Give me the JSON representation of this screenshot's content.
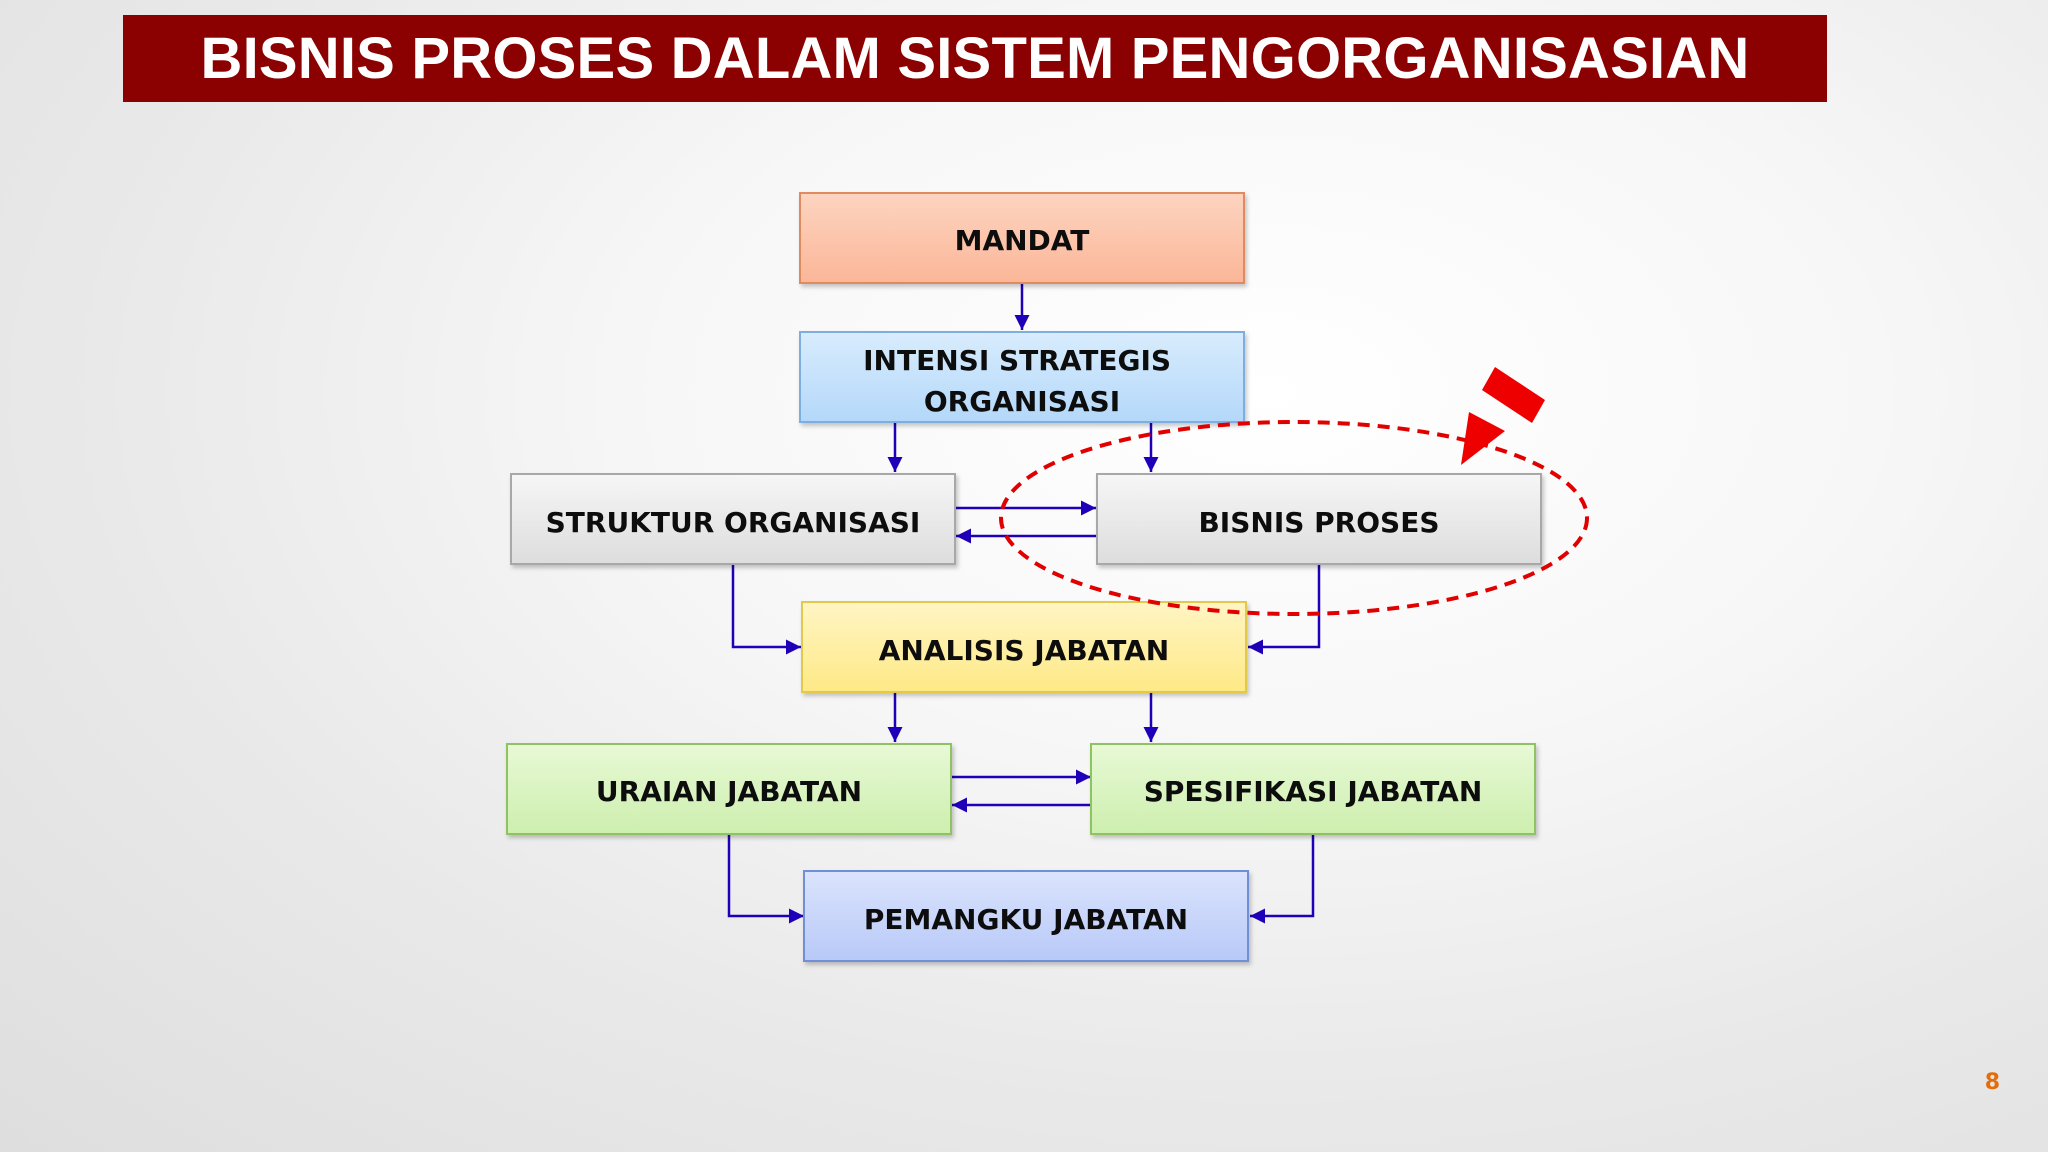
{
  "slide": {
    "title": "BISNIS PROSES DALAM SISTEM PENGORGANISASIAN",
    "page_number": "8"
  },
  "diagram": {
    "nodes": {
      "mandat": {
        "label_lines": [
          "MANDAT"
        ],
        "fill_top": "#fdd4c0",
        "fill_bottom": "#fbb698",
        "border": "#e08a60"
      },
      "intensi": {
        "label_lines": [
          "INTENSI STRATEGIS",
          "ORGANISASI"
        ],
        "fill_top": "#d8ecfd",
        "fill_bottom": "#b4d8fa",
        "border": "#7eaee0"
      },
      "struktur": {
        "label_lines": [
          "STRUKTUR ORGANISASI"
        ],
        "fill_top": "#f6f6f6",
        "fill_bottom": "#dddddd",
        "border": "#a8a8a8"
      },
      "bisnis": {
        "label_lines": [
          "BISNIS PROSES"
        ],
        "fill_top": "#f6f6f6",
        "fill_bottom": "#dddddd",
        "border": "#a8a8a8"
      },
      "analisis": {
        "label_lines": [
          "ANALISIS JABATAN"
        ],
        "fill_top": "#fff5c4",
        "fill_bottom": "#fee986",
        "border": "#e2c94a"
      },
      "uraian": {
        "label_lines": [
          "URAIAN JABATAN"
        ],
        "fill_top": "#e8f9d6",
        "fill_bottom": "#cdefae",
        "border": "#8ec263"
      },
      "spesifikasi": {
        "label_lines": [
          "SPESIFIKASI JABATAN"
        ],
        "fill_top": "#e8f9d6",
        "fill_bottom": "#cdefae",
        "border": "#8ec263"
      },
      "pemangku": {
        "label_lines": [
          "PEMANGKU JABATAN"
        ],
        "fill_top": "#dbe4fd",
        "fill_bottom": "#b8c9f8",
        "border": "#6f8fd6"
      }
    },
    "edges": [
      {
        "from": "mandat",
        "to": "intensi"
      },
      {
        "from": "intensi",
        "to": "struktur"
      },
      {
        "from": "intensi",
        "to": "bisnis"
      },
      {
        "from": "struktur",
        "to": "bisnis"
      },
      {
        "from": "bisnis",
        "to": "struktur"
      },
      {
        "from": "struktur",
        "to": "analisis"
      },
      {
        "from": "bisnis",
        "to": "analisis"
      },
      {
        "from": "analisis",
        "to": "uraian"
      },
      {
        "from": "analisis",
        "to": "spesifikasi"
      },
      {
        "from": "uraian",
        "to": "spesifikasi"
      },
      {
        "from": "spesifikasi",
        "to": "uraian"
      },
      {
        "from": "uraian",
        "to": "pemangku"
      },
      {
        "from": "spesifikasi",
        "to": "pemangku"
      }
    ],
    "colors": {
      "arrow": "#1f00b8",
      "highlight_ellipse": "#e00000",
      "pointer_arrow": "#ee0000"
    },
    "highlight": {
      "target": "bisnis",
      "style": "dashed-ellipse-with-pointer-arrow"
    }
  }
}
